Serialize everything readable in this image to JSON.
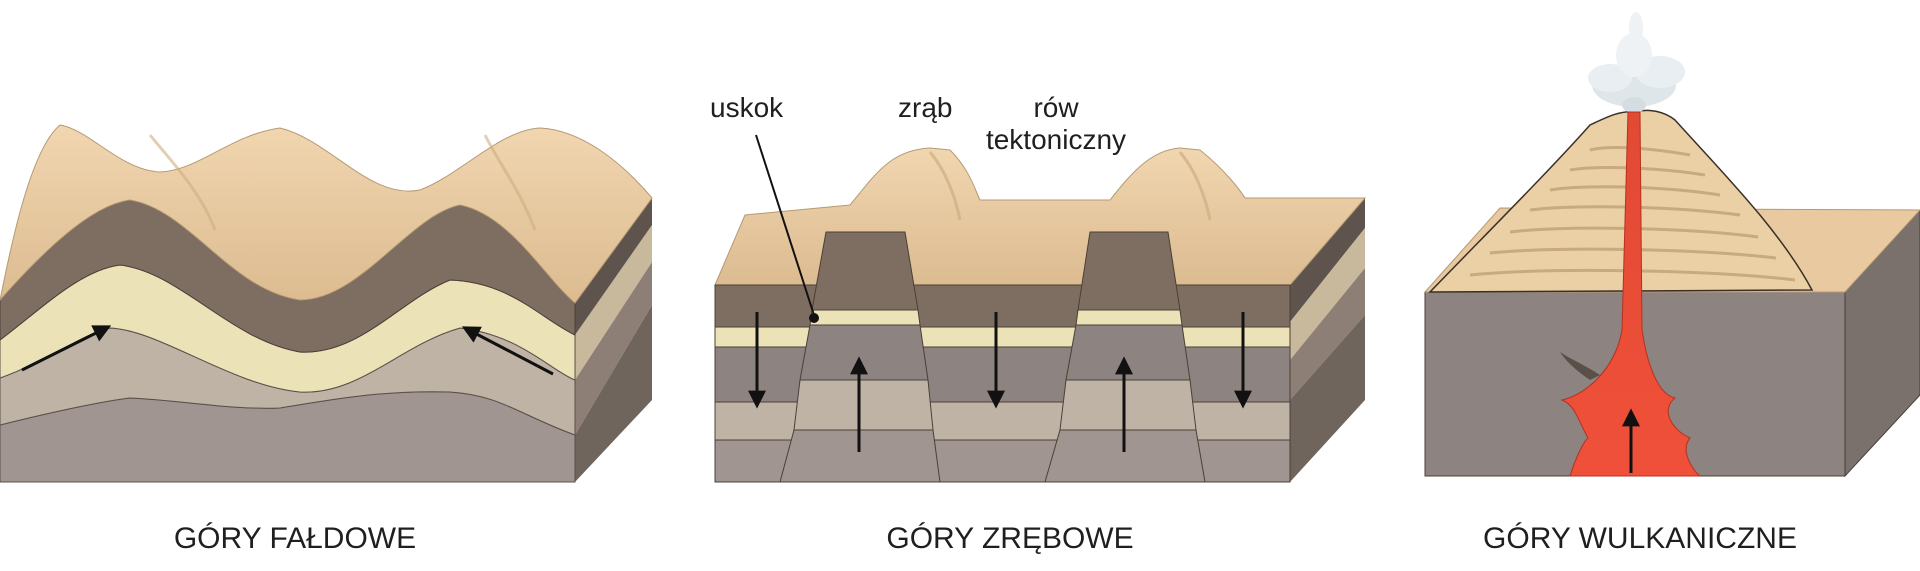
{
  "labels": {
    "fault": "uskok",
    "horst": "zrąb",
    "graben": "rów\ntektoniczny"
  },
  "captions": {
    "folded": "GÓRY FAŁDOWE",
    "block": "GÓRY ZRĘBOWE",
    "volcanic": "GÓRY WULKANICZNE"
  },
  "colors": {
    "sand_top": "#e8c9a0",
    "dark_brown": "#7e6e62",
    "cream": "#ece2b8",
    "light_taupe": "#bfb3a6",
    "mauve_grey": "#a09590",
    "slate_grey": "#8d8380",
    "magma_red": "#e84a35",
    "side_dark": "#6f655d"
  }
}
